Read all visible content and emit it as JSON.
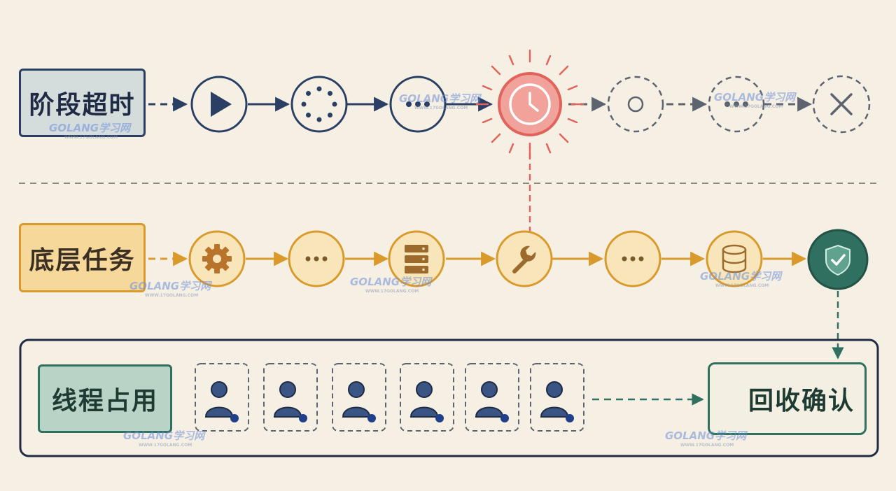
{
  "labels": {
    "stage_timeout": "阶段超时",
    "underlying_task": "底层任务",
    "thread_occupied": "线程占用",
    "recycle_confirm": "回收确认"
  },
  "watermark": {
    "text": "GOLANG学习网",
    "sub": "WWW.17GOLANG.COM"
  },
  "colors": {
    "navy": "#2a3f63",
    "gold": "#d99a2b",
    "alert_red": "#e0645c",
    "teal": "#2f7060",
    "gray_dashed": "#5d6470"
  },
  "stage_row_icons": [
    "play-icon",
    "loading-dots-icon",
    "ellipsis-icon",
    "clock-icon",
    "circle-icon",
    "ellipsis-icon",
    "x-icon"
  ],
  "task_row_icons": [
    "gear-icon",
    "ellipsis-icon",
    "server-icon",
    "wrench-icon",
    "ellipsis-icon",
    "database-icon",
    "shield-check-icon"
  ],
  "thread_slots": 6
}
